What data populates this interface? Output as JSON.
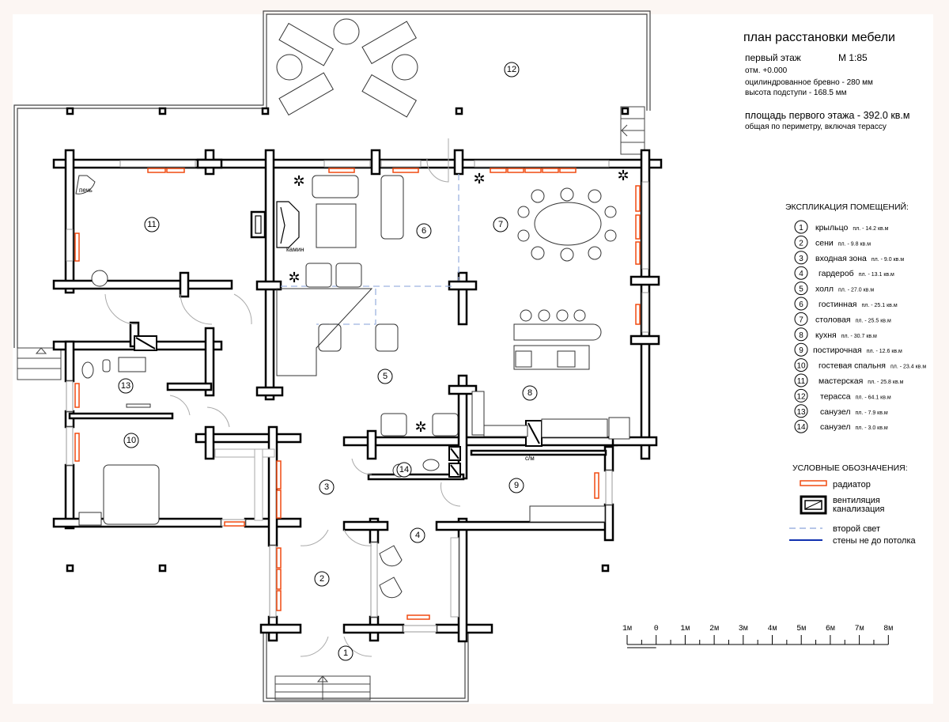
{
  "title": "план расстановки мебели",
  "floor": "первый этаж",
  "scale": "М 1:85",
  "elevation": "отм. +0.000",
  "log": "оцилиндрованное бревно - 280 мм",
  "riser": "высота подступи - 168.5 мм",
  "area": "площадь первого этажа - 392.0 кв.м",
  "area_note": "общая по периметру, включая терассу",
  "explication_title": "ЭКСПЛИКАЦИЯ ПОМЕЩЕНИЙ:",
  "rooms": [
    {
      "n": "1",
      "name": "крыльцо",
      "area": "пл. - 14.2 кв.м"
    },
    {
      "n": "2",
      "name": "сени",
      "area": "пл. - 9.8 кв.м"
    },
    {
      "n": "3",
      "name": "входная зона",
      "area": "пл. - 9.0 кв.м"
    },
    {
      "n": "4",
      "name": "гардероб",
      "area": "пл. - 13.1 кв.м"
    },
    {
      "n": "5",
      "name": "холл",
      "area": "пл. - 27.0 кв.м"
    },
    {
      "n": "6",
      "name": "гостинная",
      "area": "пл. - 25.1 кв.м"
    },
    {
      "n": "7",
      "name": "столовая",
      "area": "пл. - 25.5 кв.м"
    },
    {
      "n": "8",
      "name": "кухня",
      "area": "пл. - 30.7 кв.м"
    },
    {
      "n": "9",
      "name": "постирочная",
      "area": "пл. - 12.6 кв.м"
    },
    {
      "n": "10",
      "name": "гостевая спальня",
      "area": "пл. - 23.4 кв.м"
    },
    {
      "n": "11",
      "name": "мастерская",
      "area": "пл. - 25.8 кв.м"
    },
    {
      "n": "12",
      "name": "терасса",
      "area": "пл. - 64.1 кв.м"
    },
    {
      "n": "13",
      "name": "санузел",
      "area": "пл. - 7.9 кв.м"
    },
    {
      "n": "14",
      "name": "санузел",
      "area": "пл. - 3.0 кв.м"
    }
  ],
  "legend": {
    "title": "УСЛОВНЫЕ ОБОЗНАЧЕНИЯ:",
    "radiator": "радиатор",
    "vent1": "вентиляция",
    "vent2": "канализация",
    "second_light": "второй свет",
    "low_walls": "стены не до потолка"
  },
  "plan_labels": {
    "stove": "печь",
    "fireplace": "камин",
    "washer": "с/м"
  },
  "scale_bar": [
    "1м",
    "0",
    "1м",
    "2м",
    "3м",
    "4м",
    "5м",
    "6м",
    "7м",
    "8м"
  ],
  "colors": {
    "radiator": "#f04a10",
    "second_light": "#9db3e0",
    "low_walls": "#1030b0"
  }
}
